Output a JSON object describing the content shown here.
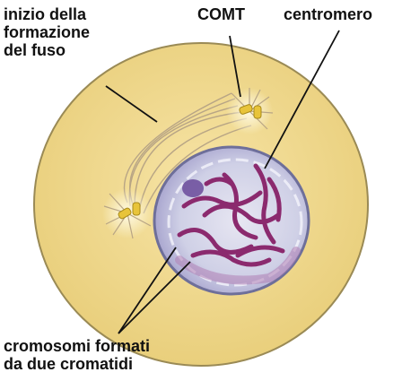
{
  "labels": {
    "spindle": [
      "inizio della",
      "formazione",
      "del fuso"
    ],
    "comt": "COMT",
    "centromere": "centromero",
    "chromosomes": [
      "cromosomi formati",
      "da due cromatidi"
    ]
  },
  "colors": {
    "cytoplasm": "#f2d98e",
    "cell_border": "#9a8a55",
    "nucleus": "#cfd3e6",
    "nucleus_border": "#6e6f9a",
    "chromatin": "#8b2a6e",
    "centriole": "#e8c43a"
  }
}
